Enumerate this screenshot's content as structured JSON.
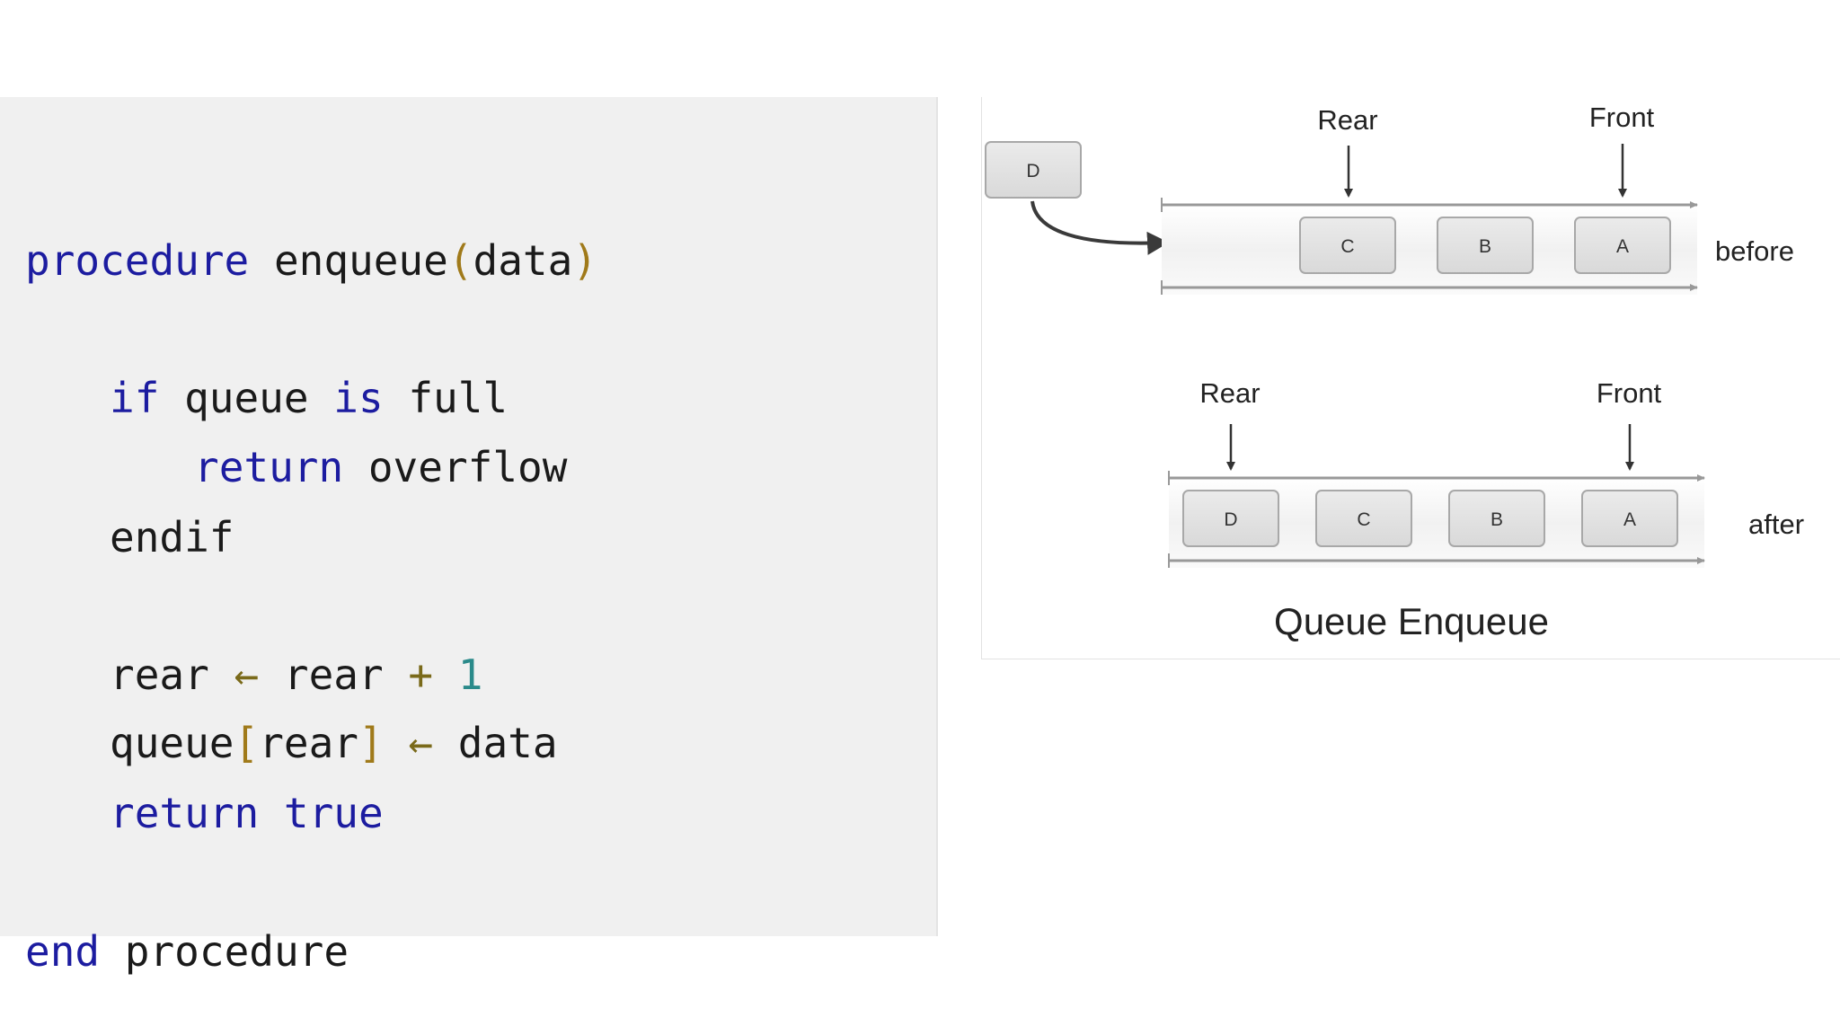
{
  "code": {
    "line1": {
      "kw": "procedure",
      "name": " enqueue",
      "open": "(",
      "arg": "data",
      "close": ")"
    },
    "line2": {
      "kw_if": "if",
      "w1": " queue ",
      "kw_is": "is",
      "w2": " full"
    },
    "line3": {
      "kw": "return",
      "w": " overflow"
    },
    "line4": {
      "w": "endif"
    },
    "line5": {
      "a": "rear ",
      "arrow": "←",
      "b": " rear ",
      "plus": "+",
      "sp": " ",
      "num": "1"
    },
    "line6": {
      "a": "queue",
      "open": "[",
      "idx": "rear",
      "close": "]",
      "sp": " ",
      "arrow": "←",
      "b": " data"
    },
    "line7": {
      "kw": "return",
      "sp": " ",
      "val": "true"
    },
    "line8": {
      "kw": "end",
      "w": " procedure"
    }
  },
  "diagram": {
    "incoming": "D",
    "before": {
      "rear_label": "Rear",
      "front_label": "Front",
      "items": [
        "C",
        "B",
        "A"
      ],
      "state_label": "before"
    },
    "after": {
      "rear_label": "Rear",
      "front_label": "Front",
      "items": [
        "D",
        "C",
        "B",
        "A"
      ],
      "state_label": "after"
    },
    "caption": "Queue Enqueue"
  },
  "colors": {
    "keyword": "#1c1ca0",
    "code_bg": "#f0f0f0",
    "box_fill": "#e3e3e3",
    "box_stroke": "#a8a8a8"
  }
}
